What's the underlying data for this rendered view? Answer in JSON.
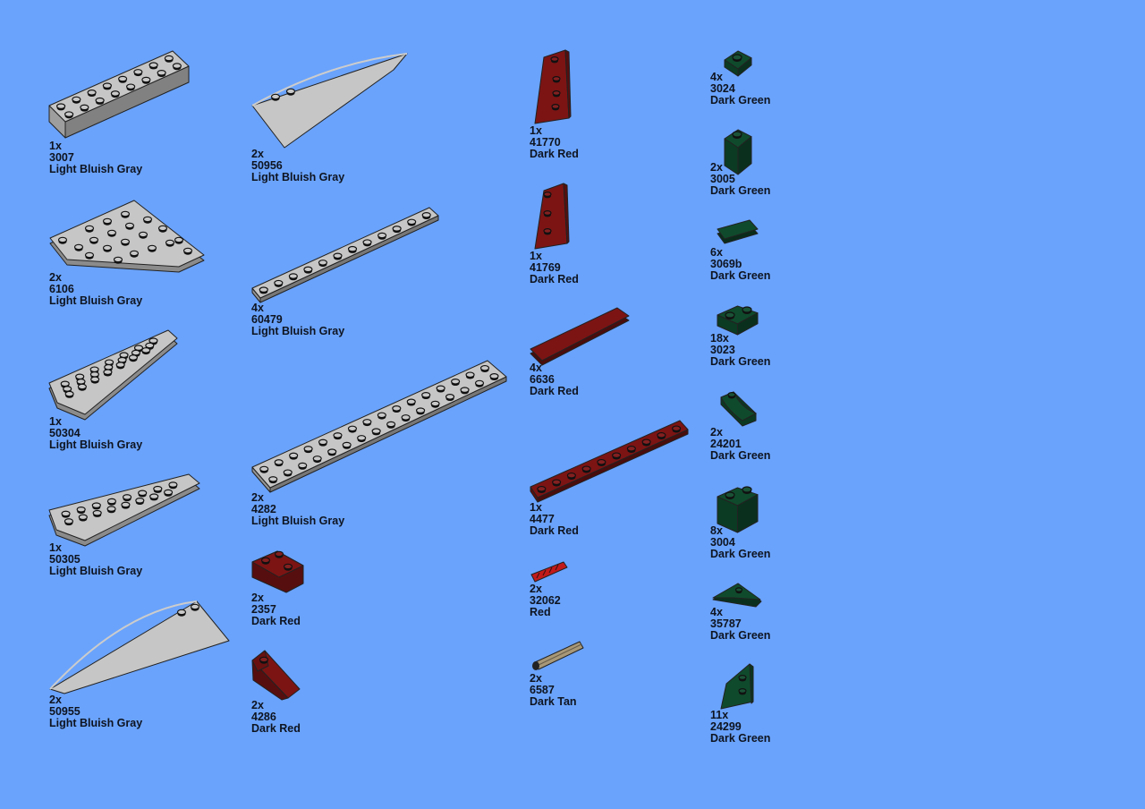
{
  "parts": [
    {
      "qty": "1x",
      "id": "3007",
      "color": "Light Bluish Gray"
    },
    {
      "qty": "2x",
      "id": "50956",
      "color": "Light Bluish Gray"
    },
    {
      "qty": "1x",
      "id": "41770",
      "color": "Dark Red"
    },
    {
      "qty": "4x",
      "id": "3024",
      "color": "Dark Green"
    },
    {
      "qty": "2x",
      "id": "3005",
      "color": "Dark Green"
    },
    {
      "qty": "2x",
      "id": "6106",
      "color": "Light Bluish Gray"
    },
    {
      "qty": "4x",
      "id": "60479",
      "color": "Light Bluish Gray"
    },
    {
      "qty": "1x",
      "id": "41769",
      "color": "Dark Red"
    },
    {
      "qty": "6x",
      "id": "3069b",
      "color": "Dark Green"
    },
    {
      "qty": "18x",
      "id": "3023",
      "color": "Dark Green"
    },
    {
      "qty": "4x",
      "id": "6636",
      "color": "Dark Red"
    },
    {
      "qty": "1x",
      "id": "50304",
      "color": "Light Bluish Gray"
    },
    {
      "qty": "2x",
      "id": "24201",
      "color": "Dark Green"
    },
    {
      "qty": "2x",
      "id": "4282",
      "color": "Light Bluish Gray"
    },
    {
      "qty": "1x",
      "id": "4477",
      "color": "Dark Red"
    },
    {
      "qty": "8x",
      "id": "3004",
      "color": "Dark Green"
    },
    {
      "qty": "1x",
      "id": "50305",
      "color": "Light Bluish Gray"
    },
    {
      "qty": "2x",
      "id": "32062",
      "color": "Red"
    },
    {
      "qty": "2x",
      "id": "2357",
      "color": "Dark Red"
    },
    {
      "qty": "4x",
      "id": "35787",
      "color": "Dark Green"
    },
    {
      "qty": "2x",
      "id": "6587",
      "color": "Dark Tan"
    },
    {
      "qty": "2x",
      "id": "50955",
      "color": "Light Bluish Gray"
    },
    {
      "qty": "2x",
      "id": "4286",
      "color": "Dark Red"
    },
    {
      "qty": "11x",
      "id": "24299",
      "color": "Dark Green"
    }
  ],
  "colors": {
    "background": "#6aa3fb",
    "Light Bluish Gray": "#c6c6c6",
    "Dark Red": "#7c1414",
    "Red": "#c21a1a",
    "Dark Green": "#0f4a2c",
    "Dark Tan": "#a89878"
  }
}
